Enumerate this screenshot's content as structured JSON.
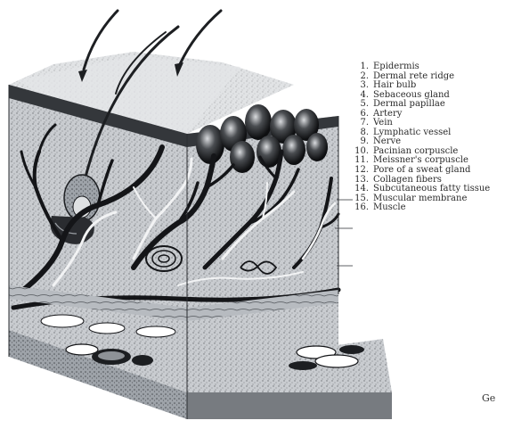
{
  "legend": {
    "items": [
      {
        "num": "1.",
        "label": "Epidermis"
      },
      {
        "num": "2.",
        "label": "Dermal rete ridge"
      },
      {
        "num": "3.",
        "label": "Hair bulb"
      },
      {
        "num": "4.",
        "label": "Sebaceous gland"
      },
      {
        "num": "5.",
        "label": "Dermal papillae"
      },
      {
        "num": "6.",
        "label": "Artery"
      },
      {
        "num": "7.",
        "label": "Vein"
      },
      {
        "num": "8.",
        "label": "Lymphatic vessel"
      },
      {
        "num": "9.",
        "label": "Nerve"
      },
      {
        "num": "10.",
        "label": "Pacinian corpuscle"
      },
      {
        "num": "11.",
        "label": "Meissner's corpuscle"
      },
      {
        "num": "12.",
        "label": "Pore of a sweat gland"
      },
      {
        "num": "13.",
        "label": "Collagen fibers"
      },
      {
        "num": "14.",
        "label": "Subcutaneous fatty tissue"
      },
      {
        "num": "15.",
        "label": "Muscular membrane"
      },
      {
        "num": "16.",
        "label": "Muscle"
      }
    ]
  },
  "corner_text": "Ge"
}
